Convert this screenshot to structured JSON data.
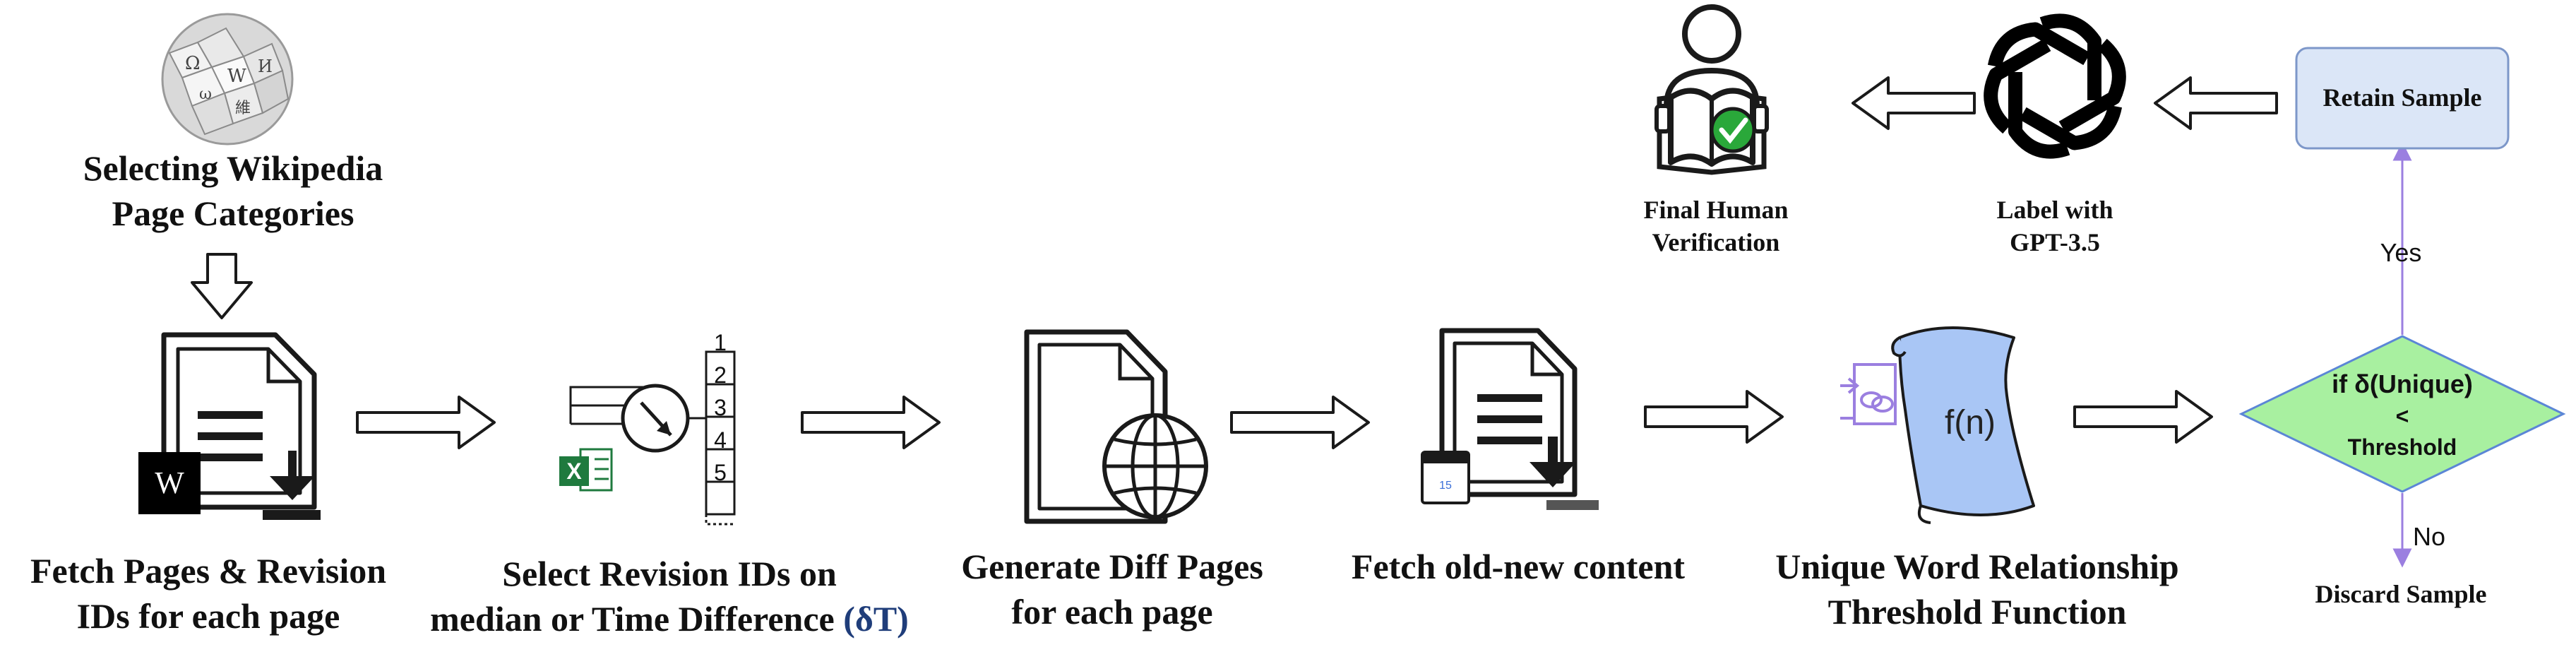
{
  "colors": {
    "stroke": "#1a1a1a",
    "retain_fill": "#dbe6f7",
    "retain_border": "#7d97c9",
    "diamond_fill": "#a8f0a0",
    "diamond_border": "#5b86d6",
    "scroll_fill": "#a9c6f5",
    "flow_arrow": "#9b7fe0",
    "verified_check": "#2aa83a",
    "excel_green": "#1f7a3e"
  },
  "icons": {
    "wikipedia_globe": "wikipedia-globe-icon",
    "fetch_page": "document-download-icon",
    "revision_select": "gauge-list-icon",
    "diff_page": "document-globe-icon",
    "old_new_content": "document-calendar-download-icon",
    "threshold_function": "function-scroll-icon",
    "gpt_label": "openai-logo-icon",
    "human_verification": "person-reading-check-icon"
  },
  "steps": {
    "select_categories": {
      "line1": "Selecting Wikipedia",
      "line2": "Page Categories"
    },
    "fetch_pages": {
      "line1": "Fetch Pages & Revision",
      "line2": "IDs for each page",
      "badge": "W"
    },
    "select_revisions": {
      "line1": "Select Revision IDs on",
      "line2": "median or Time Difference ",
      "symbol": "(δT)",
      "numbers": [
        "1",
        "2",
        "3",
        "4",
        "5"
      ]
    },
    "diff_pages": {
      "line1": "Generate Diff Pages",
      "line2": "for each page"
    },
    "old_new": {
      "line1": "Fetch old-new content",
      "calendar_day": "15"
    },
    "threshold": {
      "line1": "Unique Word Relationship",
      "line2": "Threshold Function",
      "formula": "f(n)"
    },
    "decision": {
      "line1": "if δ(Unique)",
      "line2": "<",
      "line3": "Threshold"
    },
    "yes_label": "Yes",
    "no_label": "No",
    "discard": "Discard Sample",
    "retain": "Retain Sample",
    "gpt": {
      "line1": "Label with",
      "line2": "GPT-3.5"
    },
    "human": {
      "line1": "Final Human",
      "line2": "Verification"
    }
  }
}
